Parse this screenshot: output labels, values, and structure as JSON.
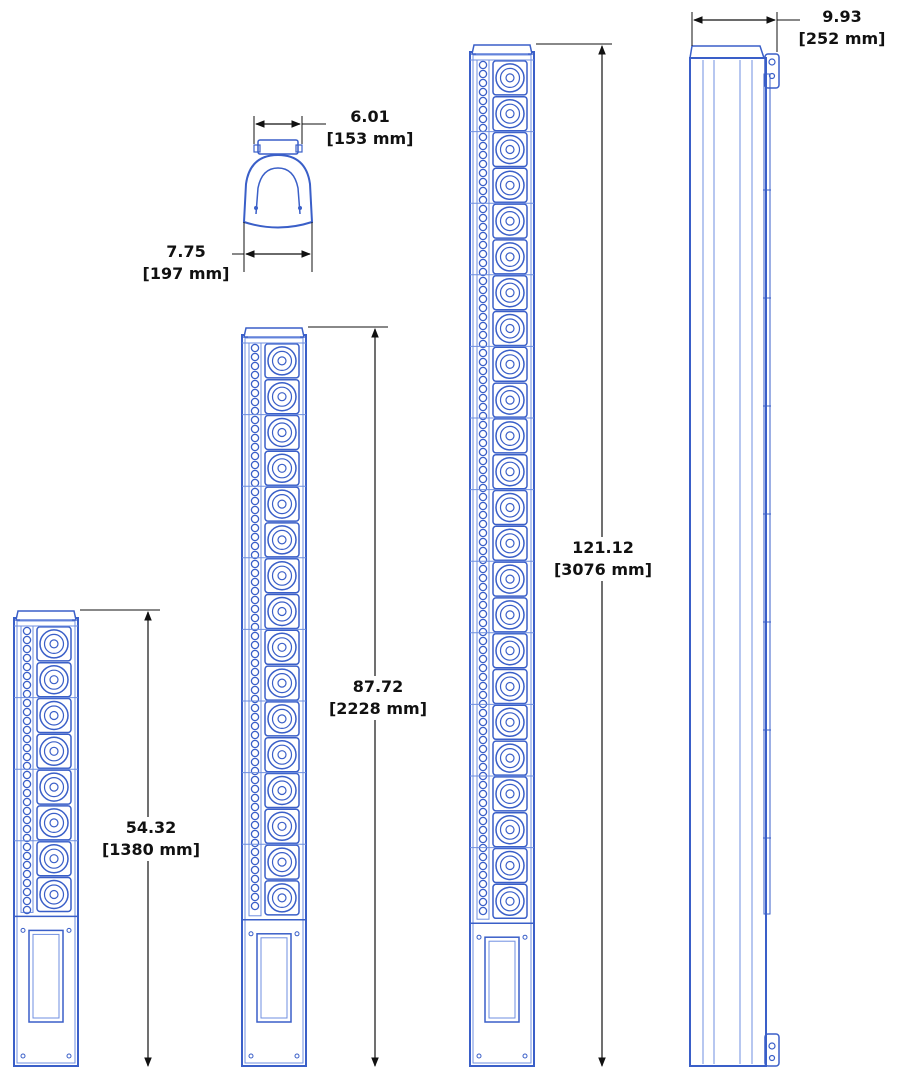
{
  "colors": {
    "outline": "#3a5fc8",
    "outline_light": "#6f8fe0",
    "dimension_line": "#111111",
    "background": "#ffffff"
  },
  "dimensions": {
    "short_height": {
      "inches": "54.32",
      "mm": "[1380 mm]"
    },
    "medium_height": {
      "inches": "87.72",
      "mm": "[2228 mm]"
    },
    "tall_height": {
      "inches": "121.12",
      "mm": "[3076 mm]"
    },
    "side_depth": {
      "inches": "9.93",
      "mm": "[252 mm]"
    },
    "top_inner_width": {
      "inches": "6.01",
      "mm": "[153 mm]"
    },
    "top_outer_width": {
      "inches": "7.75",
      "mm": "[197 mm]"
    }
  },
  "columns": {
    "short_driver_count": 8,
    "medium_driver_count": 16,
    "tall_driver_count": 24
  }
}
